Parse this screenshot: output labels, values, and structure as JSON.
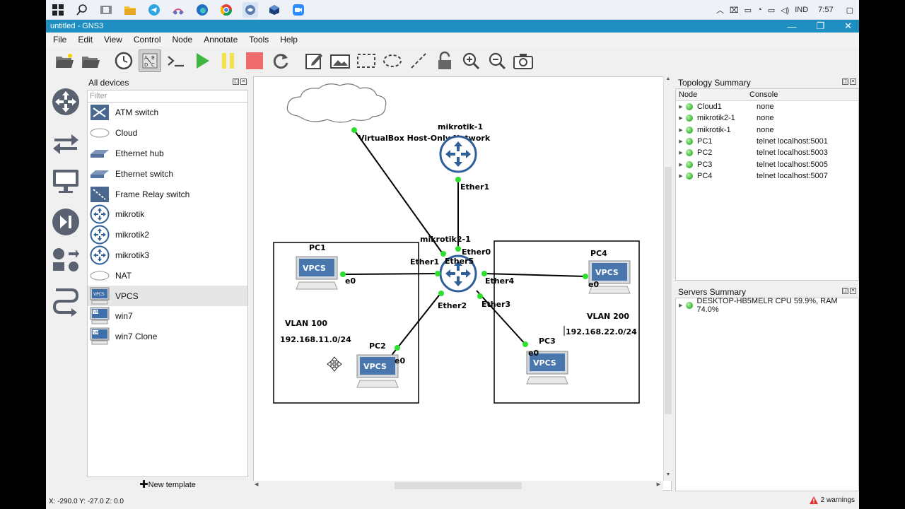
{
  "taskbar": {
    "icons": [
      "start-icon",
      "search-icon",
      "task-view-icon",
      "file-explorer-icon",
      "telegram-icon",
      "snipping-icon",
      "edge-icon",
      "chrome-icon",
      "gns3-icon",
      "virtualbox-icon",
      "zoom-icon"
    ],
    "tray": {
      "language": "IND",
      "time": "7:57"
    }
  },
  "window": {
    "title": "untitled - GNS3",
    "controls": {
      "minimize": "—",
      "restore": "❐",
      "close": "✕"
    }
  },
  "menu": [
    "File",
    "Edit",
    "View",
    "Control",
    "Node",
    "Annotate",
    "Tools",
    "Help"
  ],
  "devices_panel": {
    "title": "All devices",
    "filter_placeholder": "Filter",
    "items": [
      {
        "label": "ATM switch",
        "icon": "atm-switch-icon"
      },
      {
        "label": "Cloud",
        "icon": "cloud-icon"
      },
      {
        "label": "Ethernet hub",
        "icon": "ethernet-hub-icon"
      },
      {
        "label": "Ethernet switch",
        "icon": "ethernet-switch-icon"
      },
      {
        "label": "Frame Relay switch",
        "icon": "frame-relay-switch-icon"
      },
      {
        "label": "mikrotik",
        "icon": "router-icon"
      },
      {
        "label": "mikrotik2",
        "icon": "router-icon"
      },
      {
        "label": "mikrotik3",
        "icon": "router-icon"
      },
      {
        "label": "NAT",
        "icon": "nat-icon"
      },
      {
        "label": "VPCS",
        "icon": "vpcs-icon"
      },
      {
        "label": "win7",
        "icon": "vm-icon"
      },
      {
        "label": "win7 Clone",
        "icon": "vm-icon"
      }
    ],
    "selected_index": 9,
    "new_template": "New template"
  },
  "topology": {
    "cloud": {
      "label": "VirtualBox Host-Only Network"
    },
    "mikrotik1": {
      "label": "mikrotik-1",
      "port": "Ether1"
    },
    "mikrotik2": {
      "label": "mikrotik2-1",
      "ports": [
        "Ether0",
        "Ether1",
        "Ether5",
        "Ether4",
        "Ether2",
        "Ether3"
      ]
    },
    "pcs": [
      {
        "label": "PC1",
        "port": "e0",
        "screen": "VPCS"
      },
      {
        "label": "PC2",
        "port": "e0",
        "screen": "VPCS"
      },
      {
        "label": "PC3",
        "port": "e0",
        "screen": "VPCS"
      },
      {
        "label": "PC4",
        "port": "e0",
        "screen": "VPCS"
      }
    ],
    "vlans": [
      {
        "name": "VLAN 100",
        "subnet": "192.168.11.0/24"
      },
      {
        "name": "VLAN 200",
        "subnet": "192.168.22.0/24"
      }
    ]
  },
  "topology_summary": {
    "title": "Topology Summary",
    "columns": [
      "Node",
      "Console"
    ],
    "rows": [
      {
        "node": "Cloud1",
        "console": "none"
      },
      {
        "node": "mikrotik2-1",
        "console": "none"
      },
      {
        "node": "mikrotik-1",
        "console": "none"
      },
      {
        "node": "PC1",
        "console": "telnet localhost:5001"
      },
      {
        "node": "PC2",
        "console": "telnet localhost:5003"
      },
      {
        "node": "PC3",
        "console": "telnet localhost:5005"
      },
      {
        "node": "PC4",
        "console": "telnet localhost:5007"
      }
    ]
  },
  "servers_summary": {
    "title": "Servers Summary",
    "rows": [
      {
        "text": "DESKTOP-HB5MELR CPU 59.9%, RAM 74.0%"
      }
    ]
  },
  "status": {
    "coords": "X: -290.0 Y: -27.0 Z: 0.0",
    "warnings": "2 warnings"
  }
}
